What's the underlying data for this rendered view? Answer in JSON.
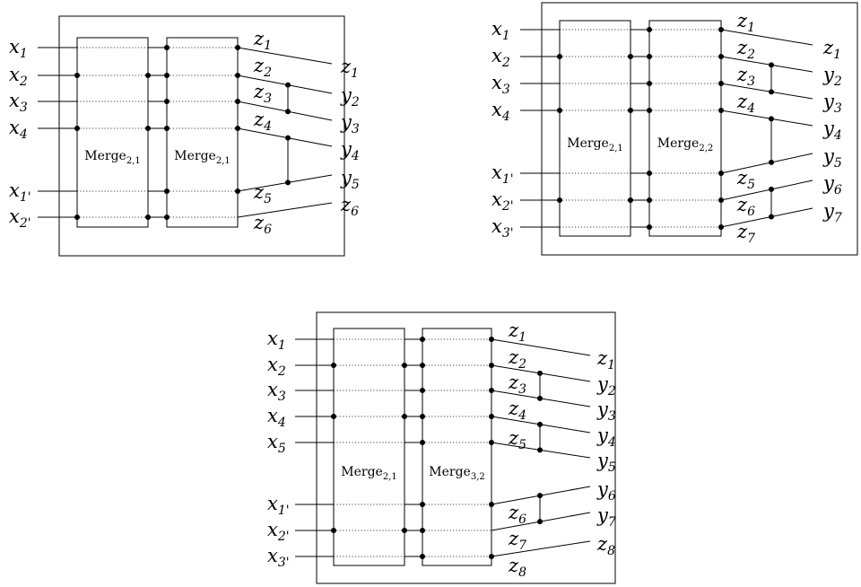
{
  "diagrams": [
    {
      "inputs": [
        "1",
        "2",
        "3",
        "4",
        "1'",
        "2'"
      ],
      "merge_left": {
        "name": "Merge",
        "sub": "2,1"
      },
      "merge_right": {
        "name": "Merge",
        "sub": "2,1"
      },
      "mid_labels": [
        "1",
        "2",
        "3",
        "4",
        "5",
        "6"
      ],
      "outputs": [
        [
          "z",
          "1"
        ],
        [
          "y",
          "2"
        ],
        [
          "y",
          "3"
        ],
        [
          "y",
          "4"
        ],
        [
          "y",
          "5"
        ],
        [
          "z",
          "6"
        ]
      ]
    },
    {
      "inputs": [
        "1",
        "2",
        "3",
        "4",
        "1'",
        "2'",
        "3'"
      ],
      "merge_left": {
        "name": "Merge",
        "sub": "2,1"
      },
      "merge_right": {
        "name": "Merge",
        "sub": "2,2"
      },
      "mid_labels": [
        "1",
        "2",
        "3",
        "4",
        "5",
        "6",
        "7"
      ],
      "outputs": [
        [
          "z",
          "1"
        ],
        [
          "y",
          "2"
        ],
        [
          "y",
          "3"
        ],
        [
          "y",
          "4"
        ],
        [
          "y",
          "5"
        ],
        [
          "y",
          "6"
        ],
        [
          "y",
          "7"
        ]
      ]
    },
    {
      "inputs": [
        "1",
        "2",
        "3",
        "4",
        "5",
        "1'",
        "2'",
        "3'"
      ],
      "merge_left": {
        "name": "Merge",
        "sub": "2,1"
      },
      "merge_right": {
        "name": "Merge",
        "sub": "3,2"
      },
      "mid_labels": [
        "1",
        "2",
        "3",
        "4",
        "5",
        "6",
        "7",
        "8"
      ],
      "outputs": [
        [
          "z",
          "1"
        ],
        [
          "y",
          "2"
        ],
        [
          "y",
          "3"
        ],
        [
          "y",
          "4"
        ],
        [
          "y",
          "5"
        ],
        [
          "y",
          "6"
        ],
        [
          "y",
          "7"
        ],
        [
          "z",
          "8"
        ]
      ]
    }
  ]
}
